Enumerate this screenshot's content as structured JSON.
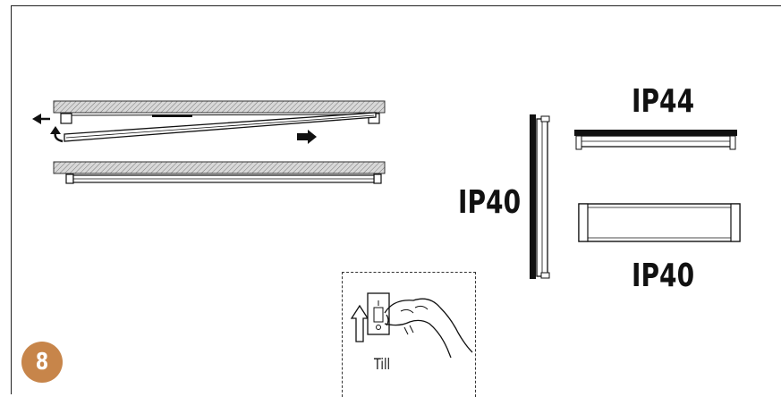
{
  "step": {
    "number": "8"
  },
  "labels": {
    "ip44": "IP44",
    "ip40_left": "IP40",
    "ip40_right": "IP40",
    "till": "Till"
  },
  "colors": {
    "badge": "#c7854a",
    "line": "#111111",
    "hatch": "#555555"
  },
  "icons": [
    "arrow-left-icon",
    "curved-arrow-icon",
    "arrow-right-icon",
    "arrow-up-icon",
    "hand-icon",
    "wall-switch-icon"
  ]
}
